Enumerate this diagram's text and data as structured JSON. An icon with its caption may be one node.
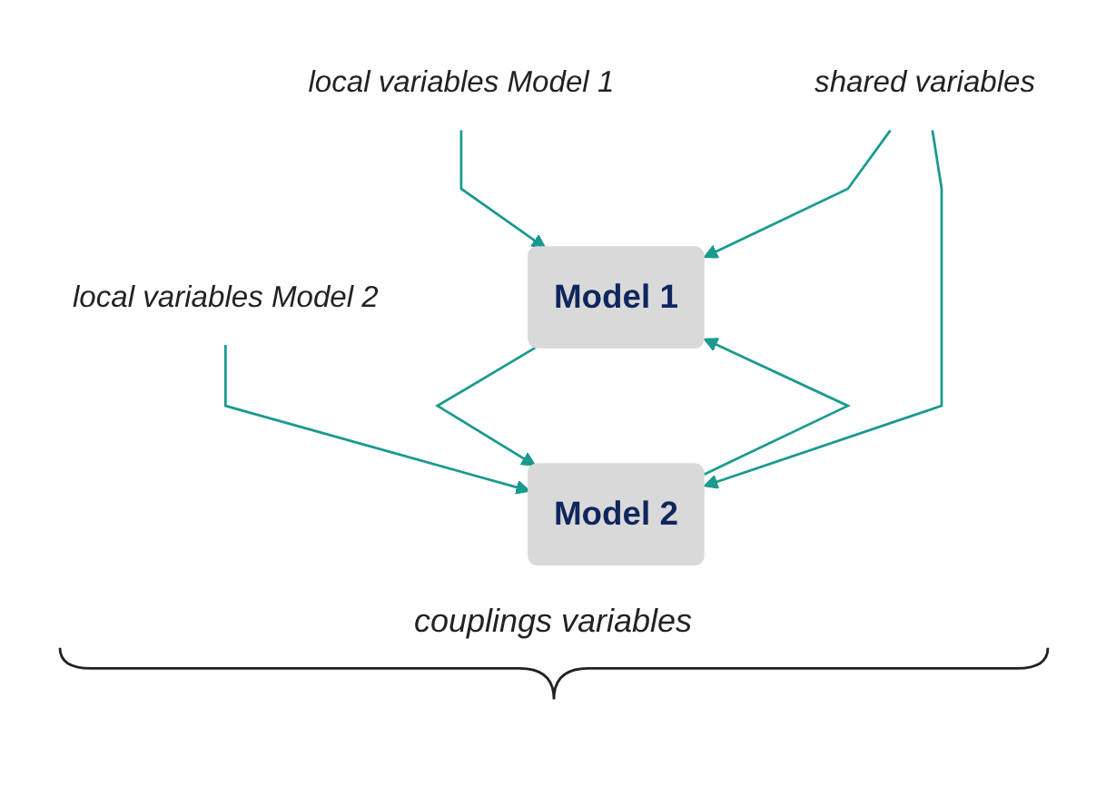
{
  "diagram": {
    "nodes": [
      {
        "text": [
          "local variables Model 1"
        ]
      },
      {
        "text": [
          "shared variables"
        ]
      },
      {
        "text": [
          "local variables Model 2"
        ]
      },
      {
        "text": [
          "Model 1"
        ]
      },
      {
        "text": [
          "Model 2"
        ]
      }
    ],
    "edges": [
      {
        "from": 0,
        "to": 3,
        "arrow": "to"
      },
      {
        "from": 2,
        "to": 4,
        "arrow": "to"
      },
      {
        "from": 1,
        "to": 3,
        "arrow": "to"
      },
      {
        "from": 1,
        "to": 4,
        "arrow": "to"
      },
      {
        "from": 3,
        "to": 4,
        "arrow": "to"
      },
      {
        "from": 4,
        "to": 3,
        "arrow": "to"
      }
    ],
    "labels": [
      "couplings variables"
    ]
  }
}
